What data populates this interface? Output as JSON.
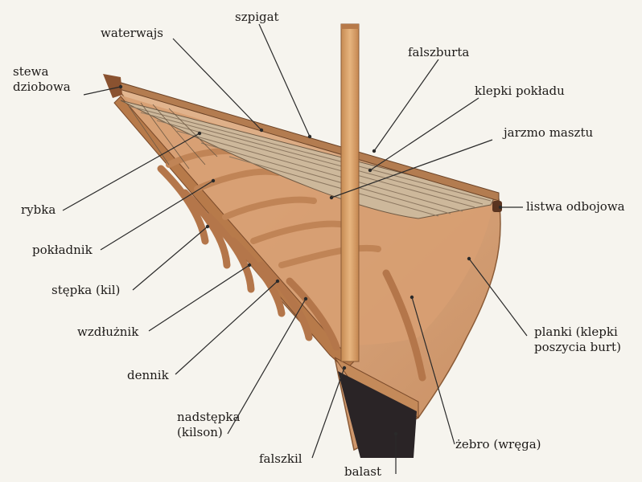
{
  "labels": {
    "stewa_dziobowa": "stewa\ndziobowa",
    "waterwajs": "waterwajs",
    "szpigat": "szpigat",
    "falszburta": "falszburta",
    "klepki_pokladu": "klepki pokładu",
    "jarzmo_masztu": "jarzmo masztu",
    "listwa_odbojowa": "listwa odbojowa",
    "rybka": "rybka",
    "pokladnik": "pokładnik",
    "stepka_kil": "stępka (kil)",
    "wzdluznik": "wzdłużnik",
    "dennik": "dennik",
    "nadstepka_kilson": "nadstępka\n(kilson)",
    "falszkil": "falszkil",
    "balast": "balast",
    "zebro_wrega": "żebro (wręga)",
    "planki": "planki (klepki\nposzycia burt)"
  },
  "colors": {
    "hull": "#d9a77c",
    "hull_shadow": "#b9825a",
    "frame": "#b87a4c",
    "deck": "#c9b59a",
    "deck_line": "#8c7760",
    "mast": "#d8a46c",
    "ballast": "#2a2426",
    "leader": "#2a2a2a"
  }
}
